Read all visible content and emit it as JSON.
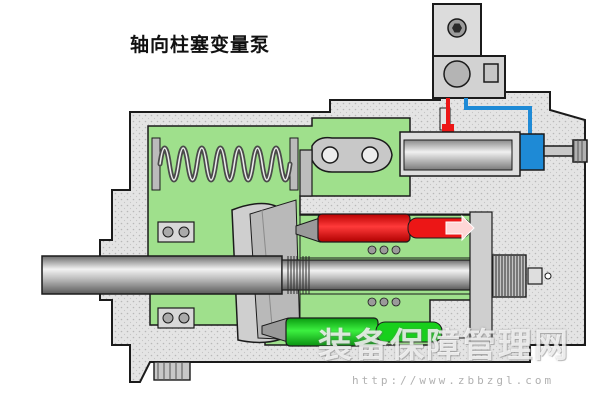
{
  "title": "轴向柱塞变量泵",
  "watermark": {
    "text": "装备保障管理网",
    "url": "http://www.zbbzgl.com"
  },
  "colors": {
    "housing": "#e4e4e4",
    "housing_dots": "#bdbdbd",
    "outline": "#1b1b1b",
    "chamber_green": "#9fe08c",
    "green_piston": "#18d01c",
    "red_piston": "#ec1616",
    "oil_blue": "#1e8ad6",
    "steel": "#9a9a9a",
    "steel_light": "#d8d8d8"
  }
}
